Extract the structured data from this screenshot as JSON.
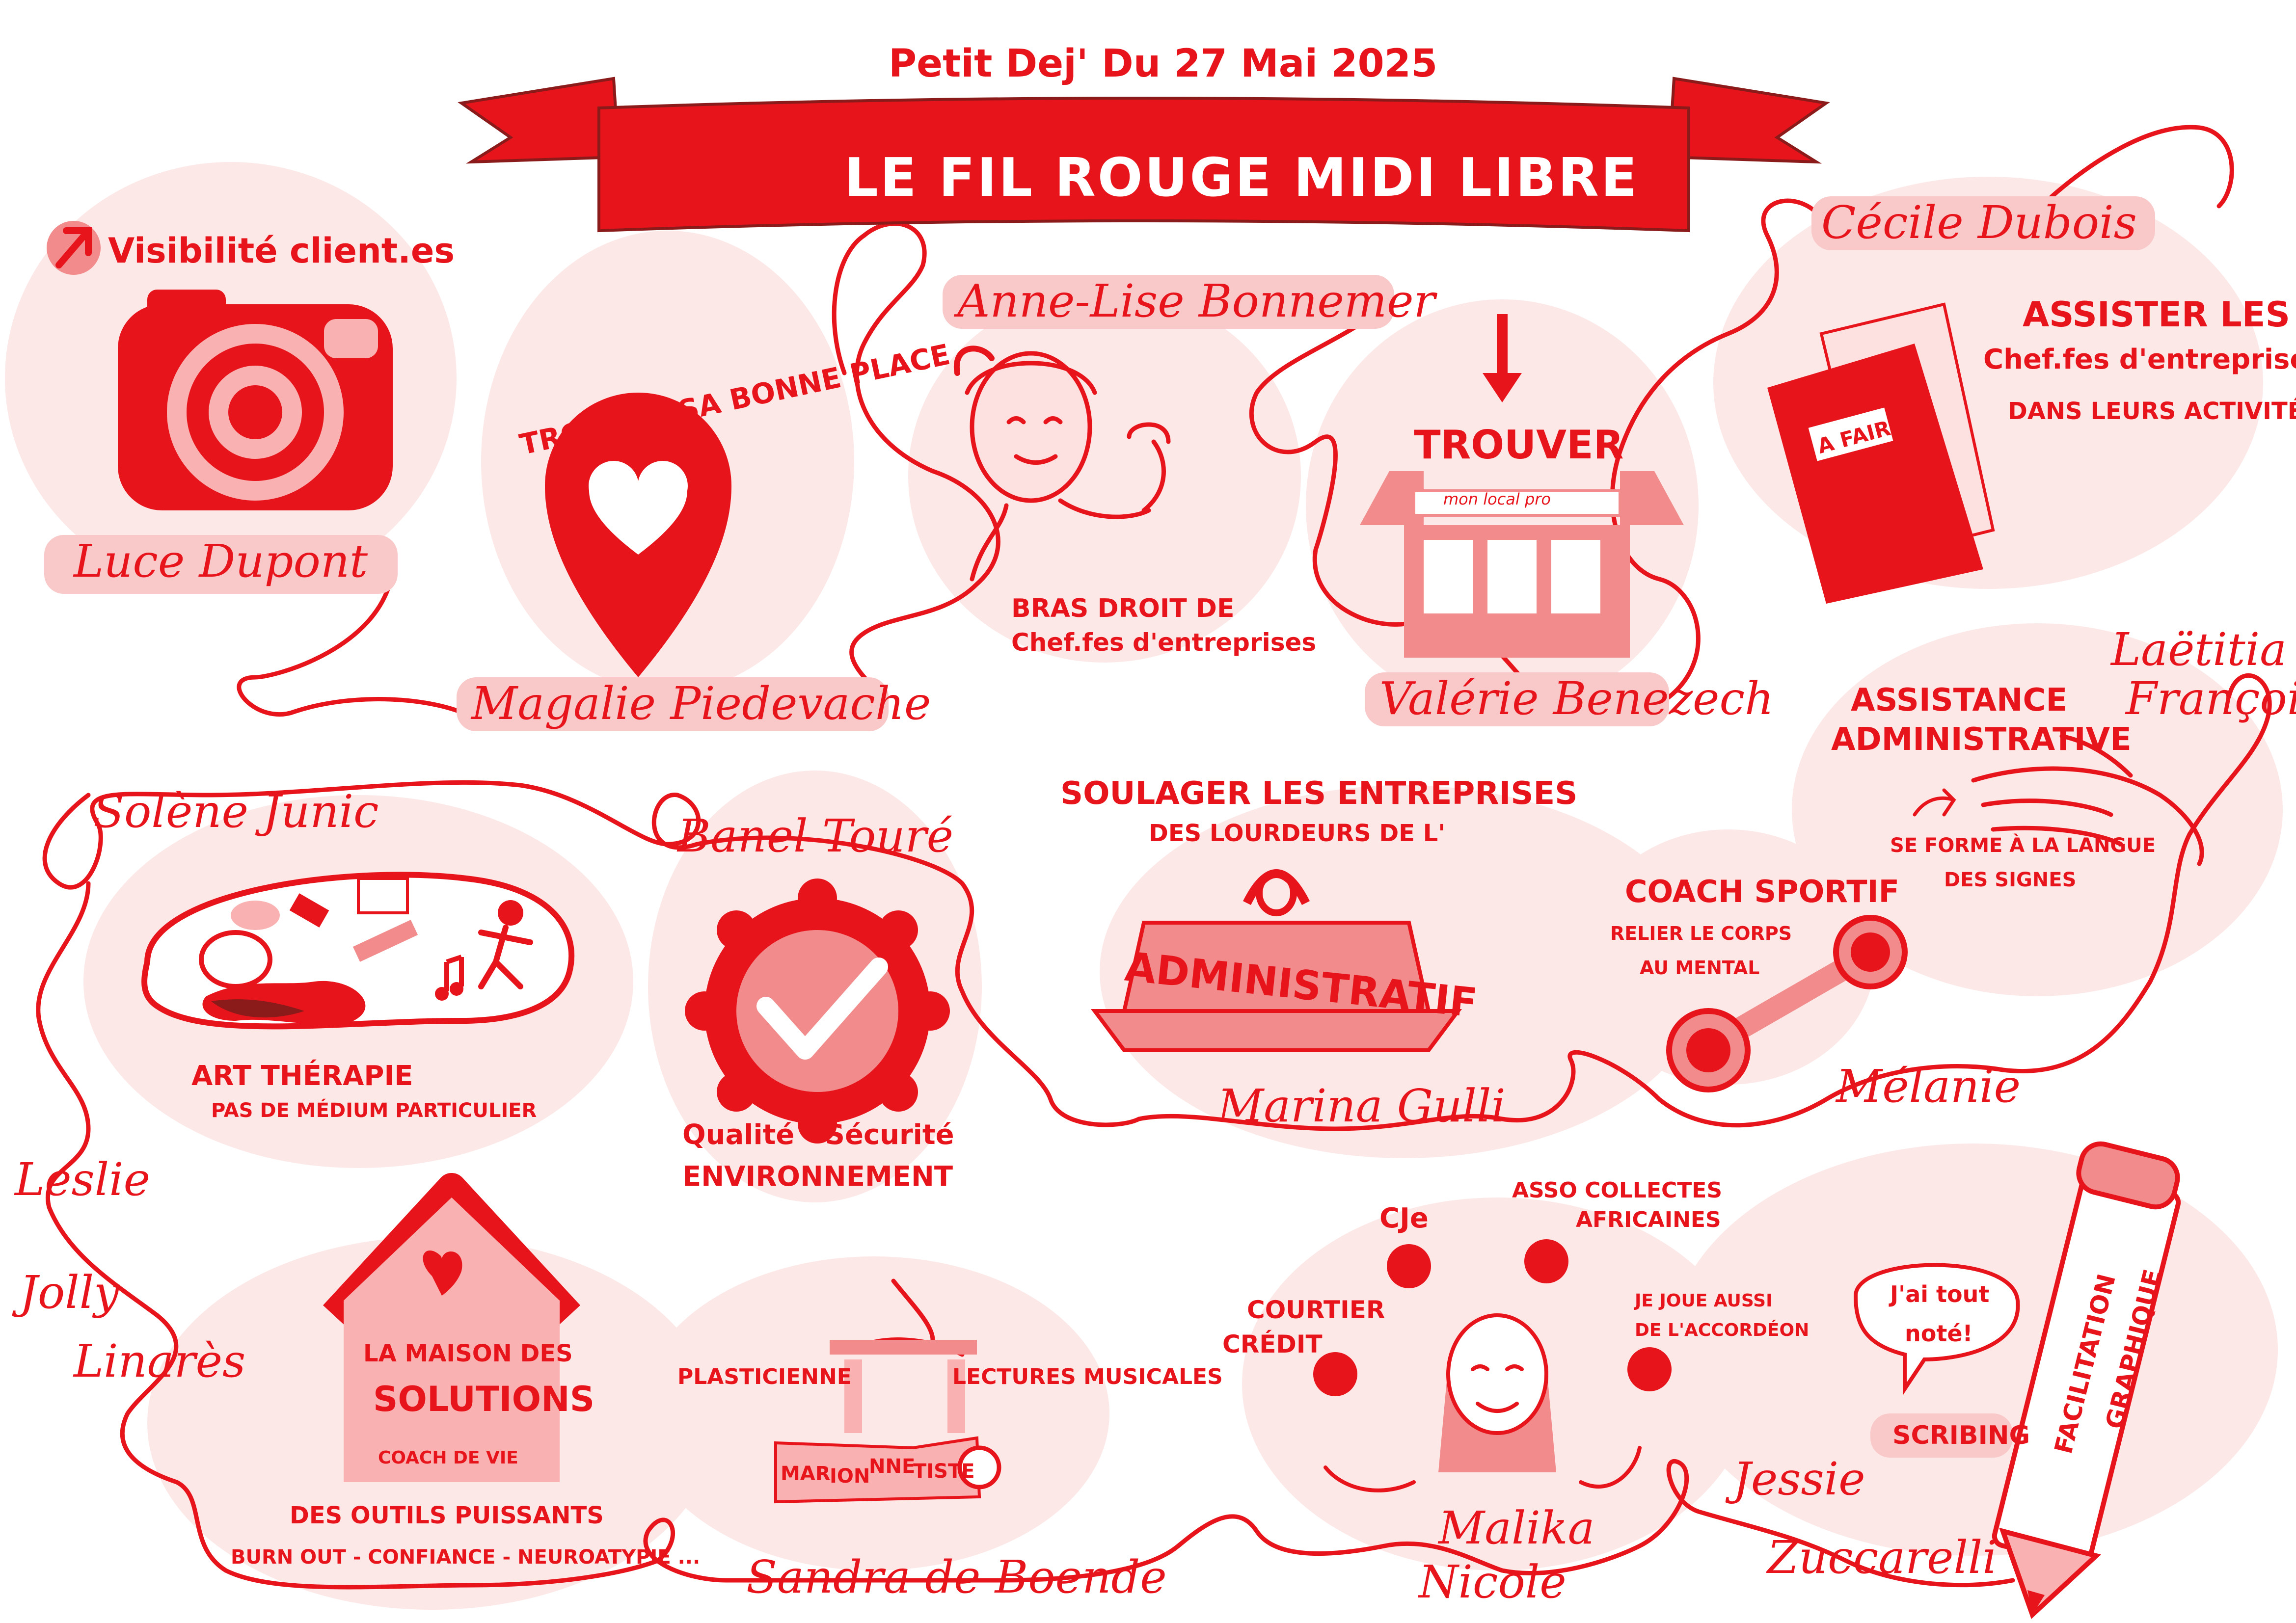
{
  "header": {
    "date": "Petit Dej' Du 27 Mai 2025",
    "title": "Le Fil Rouge Midi Libre"
  },
  "people": {
    "luce": "Luce Dupont",
    "magalie": "Magalie Piedevache",
    "anne_lise": "Anne-Lise Bonnemer",
    "valerie": "Valérie Benezech",
    "cecile": "Cécile Dubois",
    "laetitia": [
      "Laëtitia",
      "François"
    ],
    "solene": "Solène Junic",
    "banel": "Banel Touré",
    "marina": "Marina Gulli",
    "melanie": "Mélanie",
    "leslie": [
      "Leslie",
      "Jolly",
      "Linarès"
    ],
    "sandra": "Sandra de Boende",
    "malika": [
      "Malika",
      "Nicole"
    ],
    "jessie": [
      "Jessie",
      "Zuccarelli"
    ]
  },
  "labels": {
    "visibilite": "Visibilité client.es",
    "trouver_place": "Trouver sa bonne place",
    "bras_droit": [
      "Bras droit de",
      "Chef.fes d'entreprises"
    ],
    "trouver": "Trouver",
    "mon_local": "mon local pro",
    "assister": [
      "Assister les",
      "Chef.fes d'entreprise",
      "dans leurs activités"
    ],
    "a_faire": "A faire!",
    "assistance": [
      "Assistance",
      "administrative"
    ],
    "langue_signes": [
      "Se forme à la langue",
      "des signes"
    ],
    "soulager": [
      "Soulager les entreprises",
      "des lourdeurs de l'"
    ],
    "administratif": "Administratif",
    "coach_sportif": "Coach sportif",
    "relier": [
      "Relier le corps",
      "au mental"
    ],
    "art_therapie": "Art thérapie",
    "pas_medium": "Pas de médium particulier",
    "qualite": [
      "Qualité - Sécurité",
      "environnement"
    ],
    "maison": [
      "La maison des",
      "solutions"
    ],
    "coach_vie": "Coach de vie",
    "outils": [
      "Des outils puissants",
      "Burn out - Confiance - Neuroatypie ..."
    ],
    "plasticienne": "Plasticienne",
    "lectures": "Lectures musicales",
    "marionnettiste": [
      "Mar",
      "ion",
      "nne",
      "tiste"
    ],
    "cje": "CJe",
    "asso": [
      "Asso Collectes",
      "Africaines"
    ],
    "courtier": [
      "Courtier",
      "crédit"
    ],
    "accordeon": [
      "Je joue aussi",
      "de l'accordéon"
    ],
    "tout_note": [
      "J'ai tout",
      "noté!"
    ],
    "scribing": "Scribing",
    "facilitation": [
      "Facilitation",
      "graphique"
    ]
  },
  "colors": {
    "primary_red": "#e8141b",
    "light_pink": "#fde6e6",
    "mid_pink": "#f9b1b1",
    "salmon": "#f28b8b",
    "dark_brown": "#8b1a1a"
  }
}
